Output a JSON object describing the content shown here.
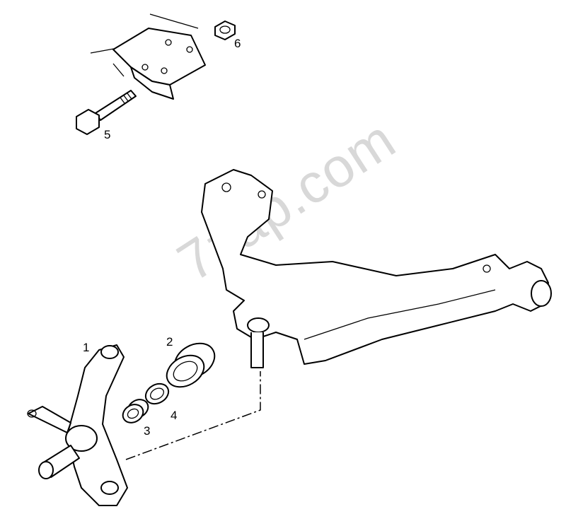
{
  "watermark": "7zap.com",
  "callouts": [
    {
      "id": "1",
      "part": "steering-knuckle"
    },
    {
      "id": "2",
      "part": "bushing"
    },
    {
      "id": "3",
      "part": "bushing-small"
    },
    {
      "id": "4",
      "part": "washer"
    },
    {
      "id": "5",
      "part": "bolt"
    },
    {
      "id": "6",
      "part": "nut"
    }
  ]
}
